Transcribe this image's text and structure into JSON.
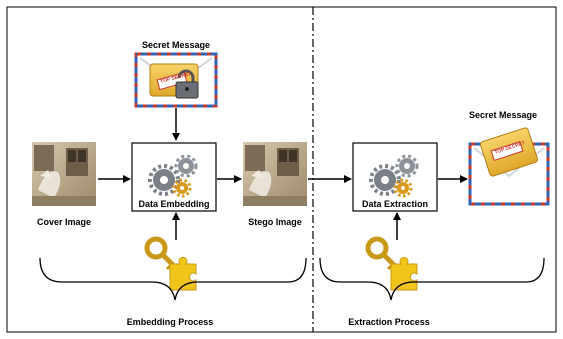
{
  "labels": {
    "secret_message_top": "Secret Message",
    "secret_message_right": "Secret Message",
    "cover_image": "Cover Image",
    "stego_image": "Stego Image",
    "data_embedding": "Data Embedding",
    "data_extraction": "Data Extraction",
    "embedding_process": "Embedding Process",
    "extraction_process": "Extraction Process",
    "top_secret_stamp": "TOP SECRET"
  },
  "icons": [
    "envelope-lock-icon",
    "envelope-icon",
    "gears-icon",
    "key-puzzle-icon",
    "building-photo-icon"
  ],
  "colors": {
    "gear_gray": "#7a8088",
    "gear_orange": "#d99a1c",
    "key_gold": "#c99a1a",
    "puzzle_yellow": "#f0c419",
    "envelope_red": "#c8392b",
    "envelope_blue": "#2f63b8",
    "photo_stone": "#b9a68a"
  }
}
